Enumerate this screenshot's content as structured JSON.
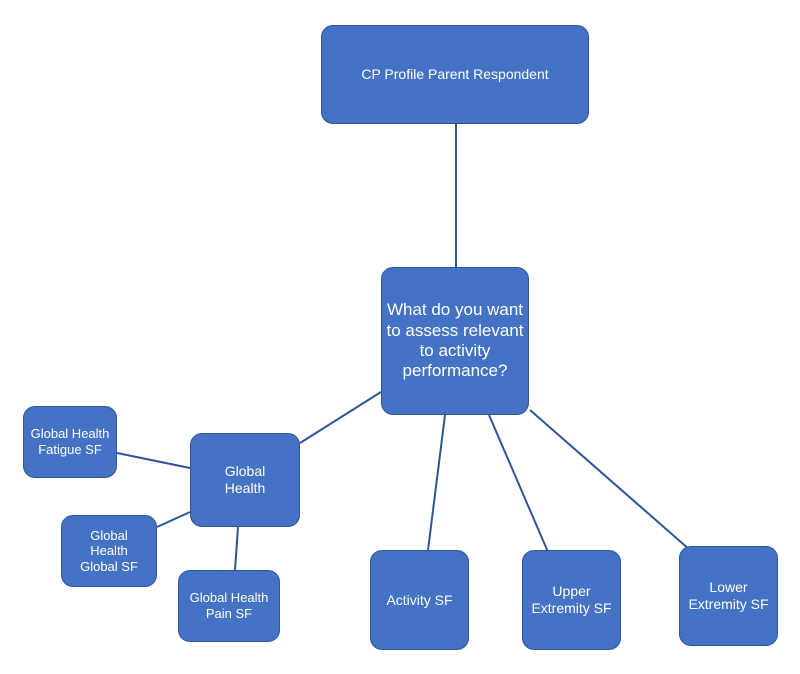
{
  "diagram": {
    "node_color": "#4472c4",
    "node_border_color": "#2f5597",
    "link_color": "#2f5597",
    "nodes": {
      "cp_profile_parent_respondent": "CP Profile Parent Respondent",
      "question": "What do you want to assess relevant to activity performance?",
      "global_health": "Global Health",
      "global_health_fatigue_sf": "Global Health Fatigue SF",
      "global_health_global_sf": "Global Health Global SF",
      "global_health_pain_sf": "Global Health Pain SF",
      "activity_sf": "Activity SF",
      "upper_extremity_sf": "Upper Extremity SF",
      "lower_extremity_sf": "Lower Extremity SF"
    },
    "links": [
      [
        "cp_profile_parent_respondent",
        "question"
      ],
      [
        "question",
        "global_health"
      ],
      [
        "question",
        "activity_sf"
      ],
      [
        "question",
        "upper_extremity_sf"
      ],
      [
        "question",
        "lower_extremity_sf"
      ],
      [
        "global_health",
        "global_health_fatigue_sf"
      ],
      [
        "global_health",
        "global_health_global_sf"
      ],
      [
        "global_health",
        "global_health_pain_sf"
      ]
    ]
  }
}
